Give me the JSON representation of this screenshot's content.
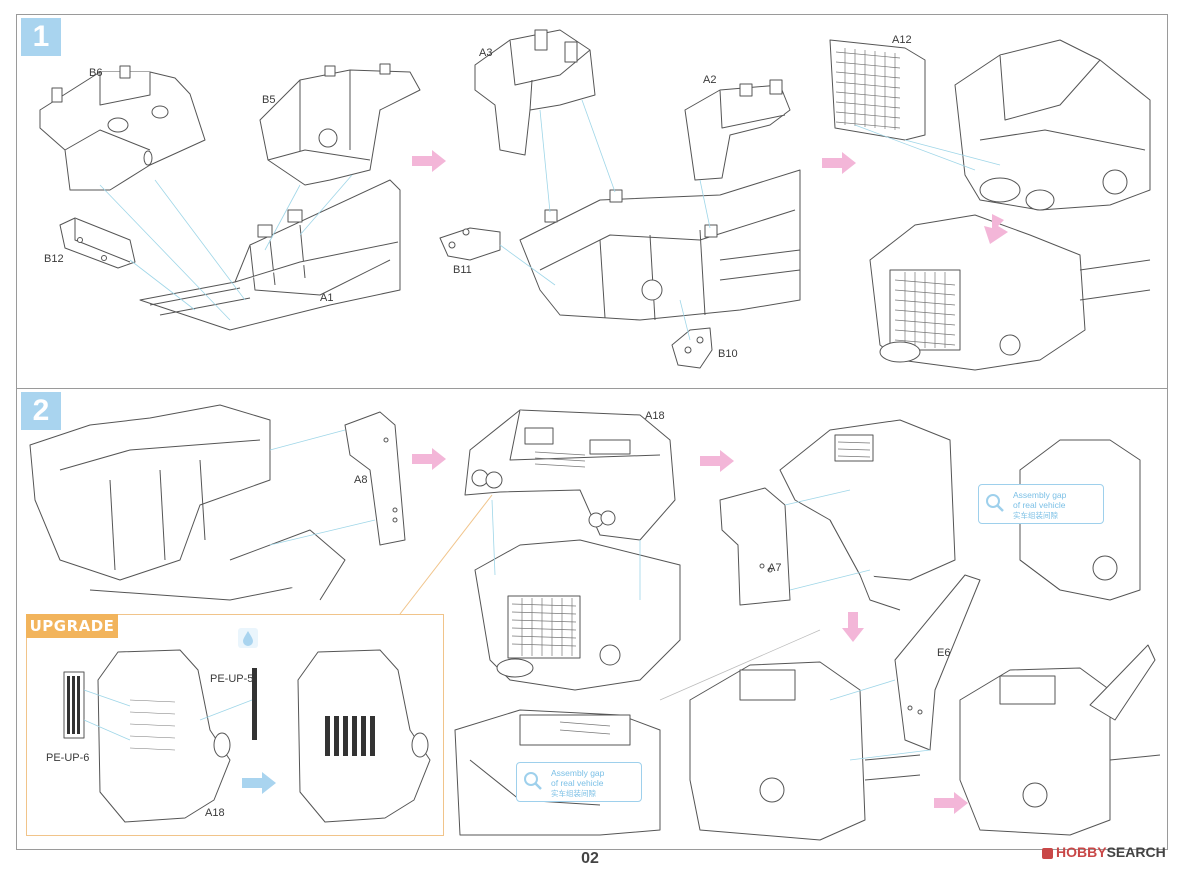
{
  "steps": {
    "step1": {
      "number": "1"
    },
    "step2": {
      "number": "2"
    }
  },
  "parts": {
    "b6": "B6",
    "b5": "B5",
    "b12": "B12",
    "a1": "A1",
    "a3": "A3",
    "a2": "A2",
    "b11": "B11",
    "b10": "B10",
    "a12": "A12",
    "a8": "A8",
    "a18_top": "A18",
    "a7": "A7",
    "e6": "E6",
    "pe_up_5": "PE-UP-5",
    "pe_up_6": "PE-UP-6",
    "a18_upgrade": "A18"
  },
  "upgrade": {
    "label": "UPGRADE"
  },
  "callouts": {
    "right": {
      "line1": "Assembly gap",
      "line2": "of real vehicle",
      "line3": "实车组装间隙"
    },
    "bottom": {
      "line1": "Assembly gap",
      "line2": "of real vehicle",
      "line3": "实车组装间隙"
    }
  },
  "footer": {
    "page_number": "02",
    "watermark_brand": "HOBBY",
    "watermark_rest": "SEARCH"
  },
  "icons": {
    "flow_arrow": "pink-arrow-icon",
    "swap_arrow": "blue-arrow-icon",
    "glue": "glue-drop-icon",
    "magnifier": "magnifier-icon"
  },
  "colors": {
    "badge": "#a9d4ef",
    "arrow_pink": "#f3b6d8",
    "arrow_blue": "#a9d4ef",
    "upgrade": "#f2b45c",
    "guide_line": "#9fd6e8"
  }
}
